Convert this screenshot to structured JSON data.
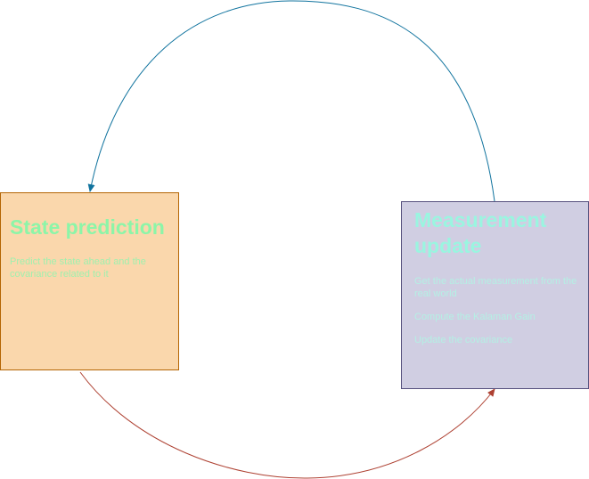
{
  "colors": {
    "state_fill": "#fad7ac",
    "state_stroke": "#b46504",
    "measure_fill": "#d0cee2",
    "measure_stroke": "#56517e",
    "loop_back_arrow": "#10739e",
    "forward_arrow": "#ae4132"
  },
  "nodes": {
    "state_prediction": {
      "title": "State prediction",
      "body": [
        "Predict the state ahead and the covariance related to it"
      ]
    },
    "measurement_update": {
      "title": "Measurement update",
      "body": [
        "Get the actual measurement from the real world",
        "Compute the Kalaman Gain",
        "Update the covariance"
      ]
    }
  },
  "edges": [
    {
      "from": "measurement_update",
      "to": "state_prediction",
      "color_key": "loop_back_arrow"
    },
    {
      "from": "state_prediction",
      "to": "measurement_update",
      "color_key": "forward_arrow"
    }
  ]
}
